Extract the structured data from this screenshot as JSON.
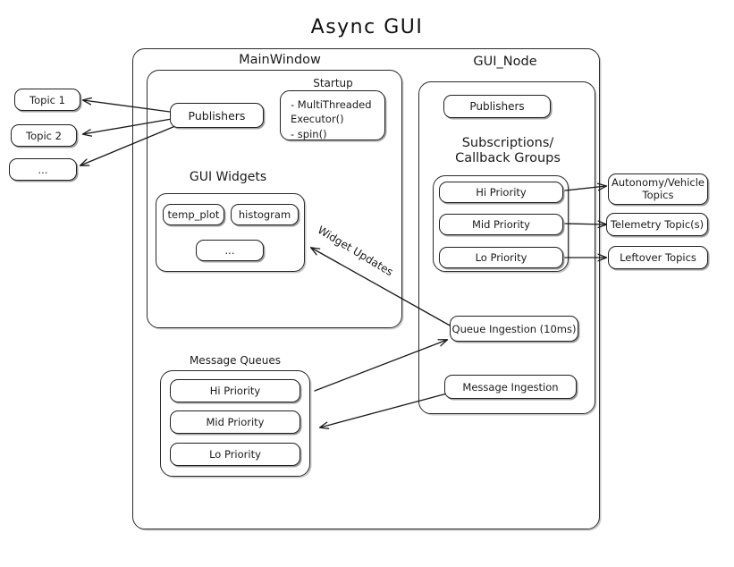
{
  "diagram": {
    "title": "Async GUI",
    "type": "architecture-block-diagram"
  },
  "left_topics": [
    {
      "label": "Topic 1"
    },
    {
      "label": "Topic 2"
    },
    {
      "label": "..."
    }
  ],
  "right_topics": [
    {
      "label": "Autonomy/Vehicle Topics"
    },
    {
      "label": "Telemetry Topic(s)"
    },
    {
      "label": "Leftover Topics"
    }
  ],
  "main_window": {
    "label": "MainWindow",
    "publishers": {
      "label": "Publishers"
    },
    "startup": {
      "label": "Startup",
      "items": "- MultiThreaded\n  Executor()\n- spin()"
    },
    "gui_widgets": {
      "label": "GUI Widgets",
      "widgets": [
        {
          "label": "temp_plot"
        },
        {
          "label": "histogram"
        },
        {
          "label": "..."
        }
      ]
    }
  },
  "message_queues": {
    "label": "Message Queues",
    "queues": [
      {
        "label": "Hi Priority"
      },
      {
        "label": "Mid Priority"
      },
      {
        "label": "Lo Priority"
      }
    ]
  },
  "gui_node": {
    "label": "GUI_Node",
    "publishers": {
      "label": "Publishers"
    },
    "subscriptions": {
      "label": "Subscriptions/\nCallback Groups",
      "groups": [
        {
          "label": "Hi Priority"
        },
        {
          "label": "Mid Priority"
        },
        {
          "label": "Lo Priority"
        }
      ]
    },
    "queue_ingestion": {
      "label": "Queue Ingestion (10ms)"
    },
    "message_ingestion": {
      "label": "Message Ingestion"
    }
  },
  "edges": {
    "widget_updates_label": "Widget Updates"
  },
  "colors": {
    "stroke": "#202020",
    "background": "#ffffff",
    "text": "#1a1a1a"
  }
}
